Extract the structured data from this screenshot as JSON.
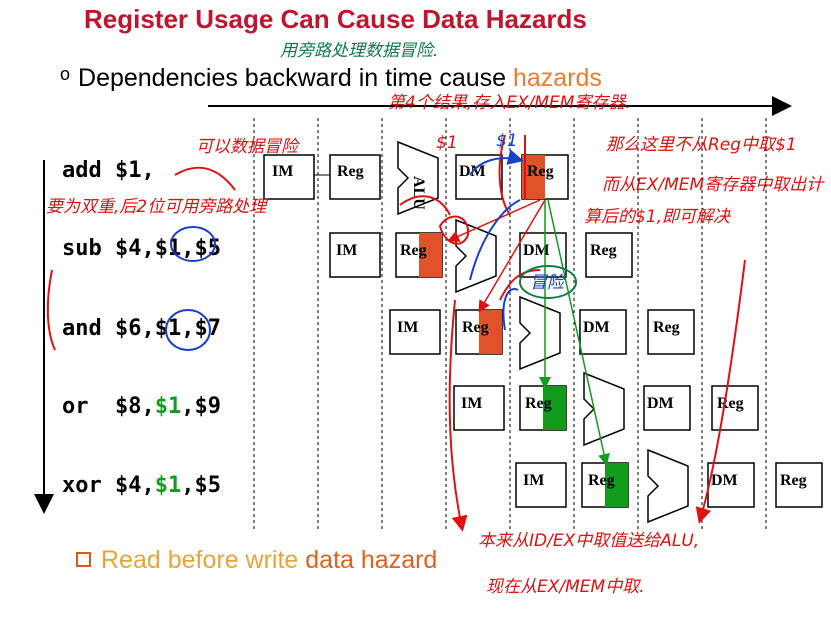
{
  "title": "Register Usage Can Cause Data Hazards",
  "bullet1": {
    "prefix": "Dependencies backward in time cause ",
    "highlight": "hazards"
  },
  "instructions": [
    {
      "op": "add",
      "args": "$1,",
      "green_args": ""
    },
    {
      "op": "sub",
      "args": "$4,$1,$5",
      "green_args": ""
    },
    {
      "op": "and",
      "args": "$6,$1,$7",
      "green_args": ""
    },
    {
      "op": "or",
      "args": "$8,",
      "green_args": "$1",
      "tail": ",$9"
    },
    {
      "op": "xor",
      "args": "$4,",
      "green_args": "$1",
      "tail": ",$5"
    }
  ],
  "stages": {
    "im": "IM",
    "reg": "Reg",
    "alu": "ALU",
    "dm": "DM"
  },
  "bullet2": {
    "prefix": "Read before write ",
    "highlight": "data hazard"
  },
  "annotations": {
    "top": "用旁路处理数据冒险.",
    "arrow_top": "第4个结果,存入EX/MEM寄存器.",
    "dollar1_a": "$1",
    "dollar1_b": "$1",
    "left_note": "可以数据冒险",
    "left_note2": "要为双重,后2位可用旁路处理",
    "right_note1": "那么这里不从Reg中取$1",
    "right_note2": "而从EX/MEM寄存器中取出计",
    "right_note3": "算后的$1,即可解决",
    "bubble": "冒险",
    "bottom1": "本来从ID/EX中取值送给ALU,",
    "bottom2": "现在从EX/MEM中取."
  },
  "colors": {
    "title": "#c0152f",
    "reg_hazard": "#e0522a",
    "reg_green": "#129b1c",
    "ink_red": "#e01010",
    "ink_blue": "#1a3fc8",
    "ink_green": "#0c7d4a"
  }
}
